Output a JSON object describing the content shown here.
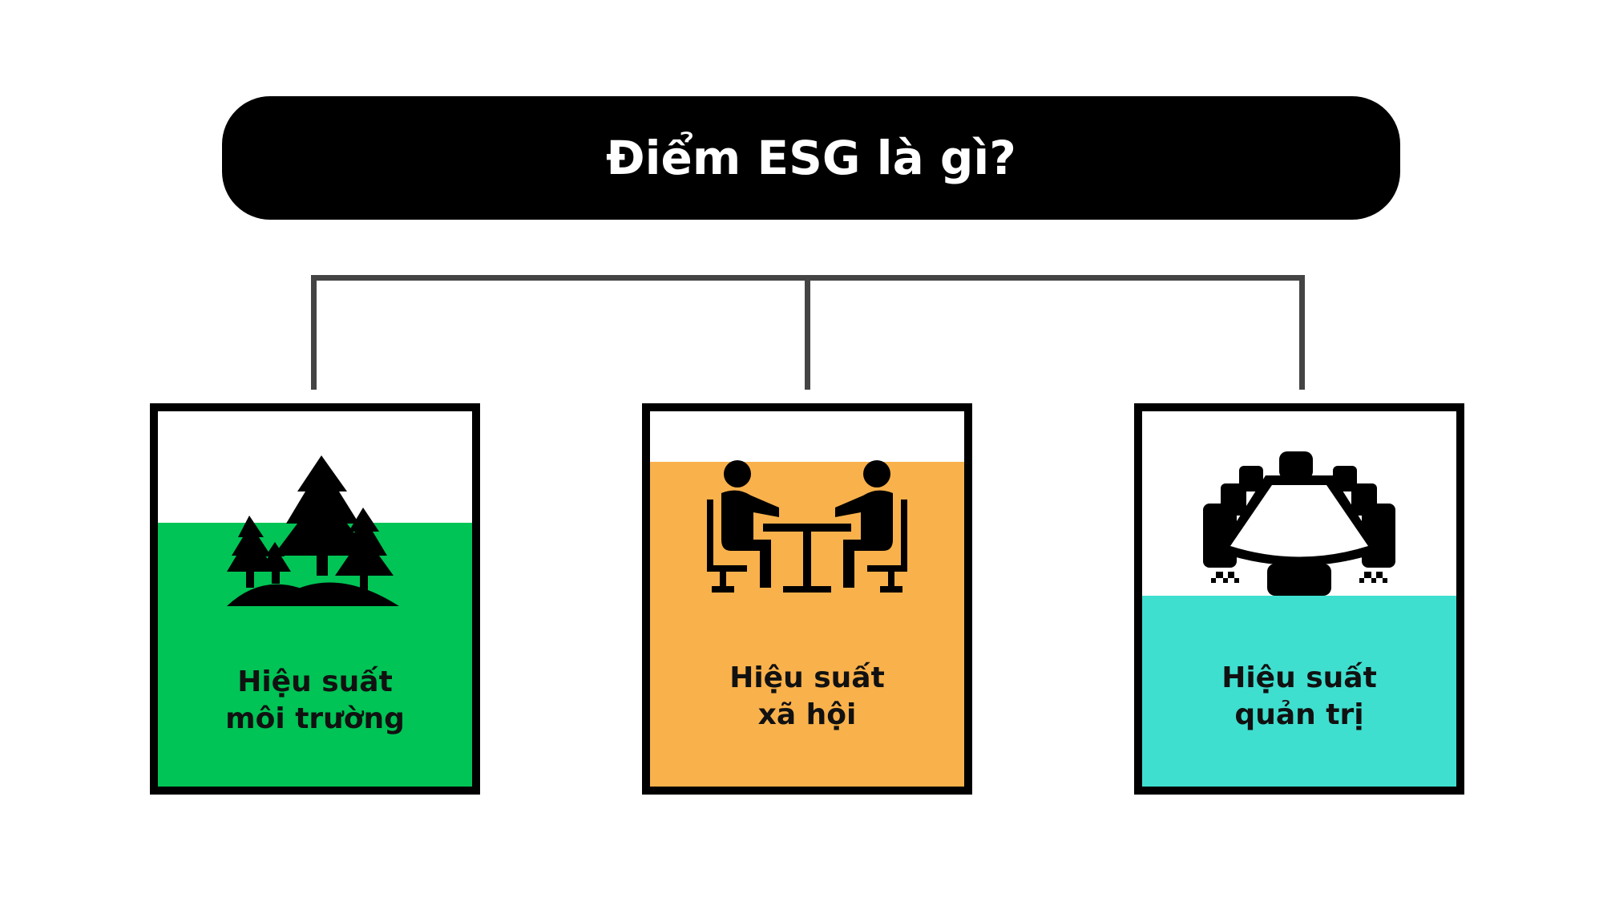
{
  "title": "Điểm ESG là gì?",
  "boxes": [
    {
      "line1": "Hiệu suất",
      "line2": "môi trường",
      "color": "#00c455",
      "icon": "forest-icon"
    },
    {
      "line1": "Hiệu suất",
      "line2": "xã hội",
      "color": "#f9b14b",
      "icon": "meeting-people-icon"
    },
    {
      "line1": "Hiệu suất",
      "line2": "quản trị",
      "color": "#3fdfcf",
      "icon": "conference-table-icon"
    }
  ]
}
